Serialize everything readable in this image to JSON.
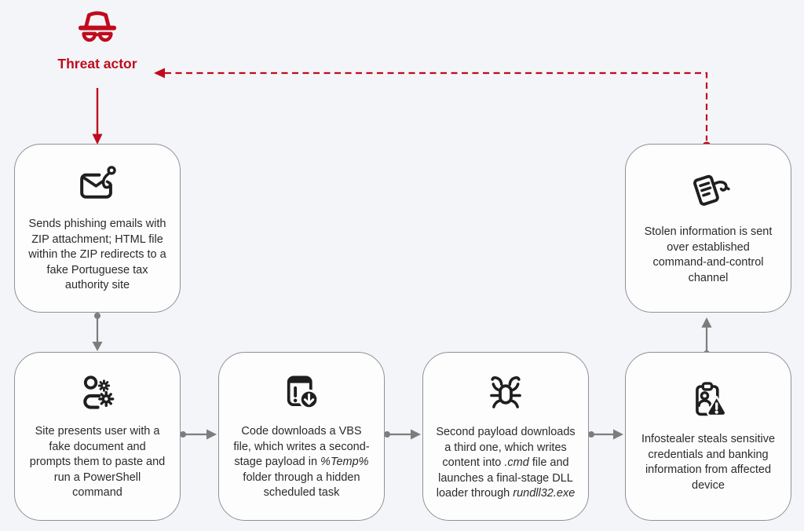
{
  "diagram": {
    "threat_actor": {
      "label": "Threat actor",
      "icon": "spy-icon"
    },
    "colors": {
      "accent_red": "#c00b1e",
      "connector_gray": "#7d7d7d",
      "icon_black": "#1f1f1f",
      "background": "#f3f5f8"
    },
    "nodes": [
      {
        "id": "phishing-emails",
        "icon": "phishing-email-icon",
        "text": "Sends phishing emails with ZIP attachment; HTML file within the ZIP redirects to a fake Portuguese tax authority site"
      },
      {
        "id": "stolen-info",
        "icon": "stolen-document-icon",
        "text": "Stolen information is sent over established command-and-control channel"
      },
      {
        "id": "fake-site",
        "icon": "user-settings-icon",
        "text": "Site presents user with a fake document and prompts them to paste and run a PowerShell command"
      },
      {
        "id": "vbs-download",
        "icon": "file-alert-download-icon",
        "text_parts": [
          {
            "t": "Code downloads a VBS file, which writes a second-stage payload in "
          },
          {
            "t": "%Temp%",
            "i": true
          },
          {
            "t": " folder through a hidden scheduled task"
          }
        ]
      },
      {
        "id": "second-payload",
        "icon": "bug-icon",
        "text_parts": [
          {
            "t": "Second payload downloads a third one, which writes content into "
          },
          {
            "t": ".cmd",
            "i": true
          },
          {
            "t": " file and launches a final-stage DLL loader through "
          },
          {
            "t": "rundll32.exe",
            "i": true
          }
        ]
      },
      {
        "id": "infostealer",
        "icon": "clipboard-alert-icon",
        "text": "Infostealer steals sensitive credentials and banking information from affected device"
      }
    ]
  }
}
